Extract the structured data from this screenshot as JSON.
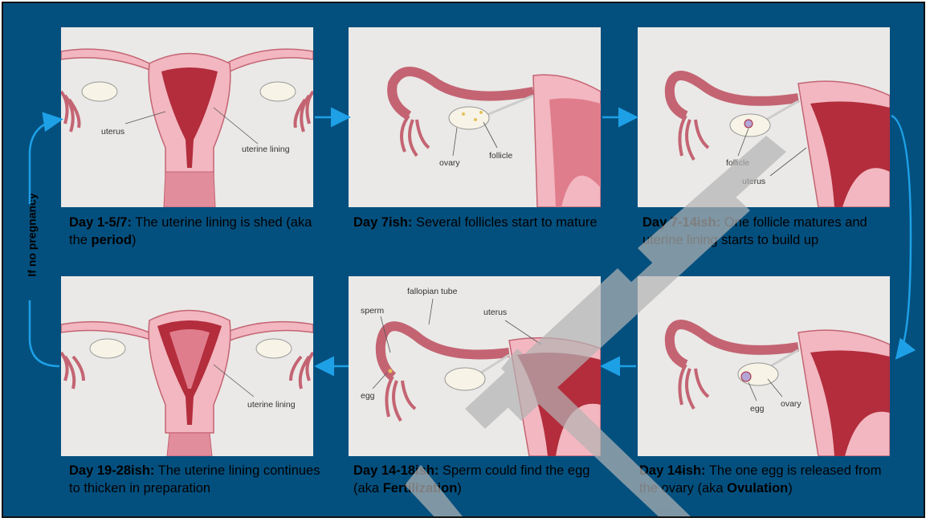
{
  "side_label": "If no pregnancy",
  "colors": {
    "background": "#03507f",
    "arrow": "#1ea0e6",
    "tissue": "#f2b7c0",
    "tissue_outline": "#c46473",
    "lining": "#b32d3c",
    "ovary": "#f7f3e6",
    "watermark": "#b4b4b4"
  },
  "panels": [
    {
      "labels": {
        "a": "uterus",
        "b": "uterine lining"
      },
      "caption": {
        "bold": "Day 1-5/7:",
        "text": " The uterine lining is shed (aka the ",
        "bold2": "period",
        "end": ")"
      }
    },
    {
      "labels": {
        "a": "ovary",
        "b": "follicle"
      },
      "caption": {
        "bold": "Day 7ish:",
        "text": " Several follicles start to mature",
        "bold2": "",
        "end": ""
      }
    },
    {
      "labels": {
        "a": "follicle",
        "b": "uterus"
      },
      "caption": {
        "bold": "Day 7-14ish:",
        "text": " One follicle matures and uterine lining starts to build up",
        "bold2": "",
        "end": ""
      }
    },
    {
      "labels": {
        "a": "egg",
        "b": "ovary"
      },
      "caption": {
        "bold": "Day 14ish:",
        "text": " The one egg is released from the ovary (aka ",
        "bold2": "Ovulation",
        "end": ")"
      }
    },
    {
      "labels": {
        "a": "fallopian tube",
        "b": "sperm",
        "c": "uterus",
        "d": "egg"
      },
      "caption": {
        "bold": "Day 14-18ish:",
        "text": " Sperm could find the egg (aka ",
        "bold2": "Fertilization",
        "end": ")"
      }
    },
    {
      "labels": {
        "a": "uterine lining"
      },
      "caption": {
        "bold": "Day 19-28ish:",
        "text": " The uterine lining continues to thicken in preparation",
        "bold2": "",
        "end": ""
      }
    }
  ]
}
